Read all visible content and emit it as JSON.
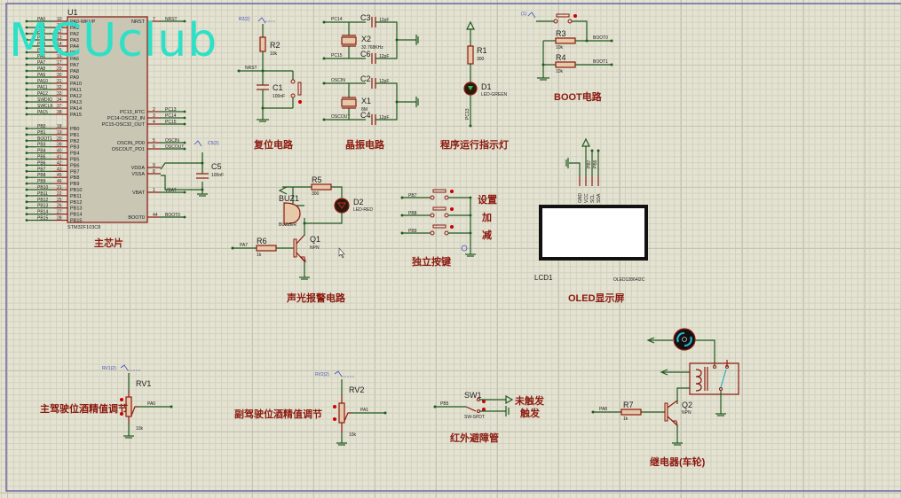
{
  "watermark": "MCUclub",
  "mcu": {
    "ref": "U1",
    "part": "STM32F103C8",
    "title": "主芯片",
    "left_pins": [
      {
        "net": "PA0",
        "num": "10",
        "name": "PA0-WKUP"
      },
      {
        "net": "PA1",
        "num": "11",
        "name": "PA1"
      },
      {
        "net": "PA2",
        "num": "12",
        "name": "PA2"
      },
      {
        "net": "PA3",
        "num": "13",
        "name": "PA3"
      },
      {
        "net": "PA4",
        "num": "14",
        "name": "PA4"
      },
      {
        "net": "PA5",
        "num": "15",
        "name": "PA5"
      },
      {
        "net": "PA6",
        "num": "16",
        "name": "PA6"
      },
      {
        "net": "PA7",
        "num": "17",
        "name": "PA7"
      },
      {
        "net": "PA8",
        "num": "29",
        "name": "PA8"
      },
      {
        "net": "PA9",
        "num": "30",
        "name": "PA9"
      },
      {
        "net": "PA10",
        "num": "31",
        "name": "PA10"
      },
      {
        "net": "PA11",
        "num": "32",
        "name": "PA11"
      },
      {
        "net": "PA12",
        "num": "33",
        "name": "PA12"
      },
      {
        "net": "SWDIO",
        "num": "34",
        "name": "PA13"
      },
      {
        "net": "SWCLK",
        "num": "37",
        "name": "PA14"
      },
      {
        "net": "PA15",
        "num": "38",
        "name": "PA15"
      },
      {
        "net": "PB0",
        "num": "18",
        "name": "PB0"
      },
      {
        "net": "PB1",
        "num": "19",
        "name": "PB1"
      },
      {
        "net": "BOOT1",
        "num": "20",
        "name": "PB2"
      },
      {
        "net": "PB3",
        "num": "39",
        "name": "PB3"
      },
      {
        "net": "PB4",
        "num": "40",
        "name": "PB4"
      },
      {
        "net": "PB5",
        "num": "41",
        "name": "PB5"
      },
      {
        "net": "PB6",
        "num": "42",
        "name": "PB6"
      },
      {
        "net": "PB7",
        "num": "43",
        "name": "PB7"
      },
      {
        "net": "PB8",
        "num": "45",
        "name": "PB8"
      },
      {
        "net": "PB9",
        "num": "46",
        "name": "PB9"
      },
      {
        "net": "PB10",
        "num": "21",
        "name": "PB10"
      },
      {
        "net": "PB11",
        "num": "22",
        "name": "PB11"
      },
      {
        "net": "PB12",
        "num": "25",
        "name": "PB12"
      },
      {
        "net": "PB13",
        "num": "26",
        "name": "PB13"
      },
      {
        "net": "PB14",
        "num": "27",
        "name": "PB14"
      },
      {
        "net": "PB15",
        "num": "28",
        "name": "PB15"
      }
    ],
    "right_pins": [
      {
        "net": "NRST",
        "num": "7",
        "name": "NRST"
      },
      {
        "net": "PC13",
        "num": "2",
        "name": "PC13_RTC"
      },
      {
        "net": "PC14",
        "num": "3",
        "name": "PC14-OSC32_IN"
      },
      {
        "net": "PC15",
        "num": "4",
        "name": "PC15-OSC32_OUT"
      },
      {
        "net": "OSCIN",
        "num": "5",
        "name": "OSCIN_PD0"
      },
      {
        "net": "OSCOUT",
        "num": "6",
        "name": "OSCOUT_PD1"
      },
      {
        "net": "",
        "num": "9",
        "name": "VDDA"
      },
      {
        "net": "",
        "num": "8",
        "name": "VSSA"
      },
      {
        "net": "VBAT",
        "num": "1",
        "name": "VBAT"
      },
      {
        "net": "BOOT0",
        "num": "44",
        "name": "BOOT0"
      }
    ],
    "c5": {
      "ref": "C5",
      "value": "100nF",
      "probe": "C5(2)"
    }
  },
  "reset": {
    "title": "复位电路",
    "probe": "R2(2)",
    "r_ref": "R2",
    "r_val": "10k",
    "net": "NRST",
    "c_ref": "C1",
    "c_val": "100nF"
  },
  "crystal": {
    "title": "晶振电路",
    "x2": {
      "ref": "X2",
      "value": "32.768KHz",
      "net_a": "PC14",
      "net_b": "PC15"
    },
    "x1": {
      "ref": "X1",
      "value": "8M",
      "net_a": "OSCIN",
      "net_b": "OSCOUT"
    },
    "caps": [
      {
        "ref": "C3",
        "value": "12pF"
      },
      {
        "ref": "C6",
        "value": "12pF"
      },
      {
        "ref": "C2",
        "value": "12pF"
      },
      {
        "ref": "C4",
        "value": "12pF"
      }
    ]
  },
  "runled": {
    "title": "程序运行指示灯",
    "r_ref": "R1",
    "r_val": "300",
    "d_ref": "D1",
    "d_val": "LED-GREEN",
    "net": "PC13"
  },
  "boot": {
    "title": "BOOT电路",
    "probe": "(1)",
    "r3_ref": "R3",
    "r3_val": "10k",
    "r4_ref": "R4",
    "r4_val": "10k",
    "net0": "BOOT0",
    "net1": "BOOT1"
  },
  "alarm": {
    "title": "声光报警电路",
    "buz_ref": "BUZ1",
    "buz_val": "BUZZER",
    "r5_ref": "R5",
    "r5_val": "300",
    "d2_ref": "D2",
    "d2_val": "LED-RED",
    "r6_ref": "R6",
    "r6_val": "1k",
    "net": "PA7",
    "q_ref": "Q1",
    "q_val": "NPN"
  },
  "keys": {
    "title": "独立按键",
    "items": [
      {
        "net": "PB7",
        "label": "设置"
      },
      {
        "net": "PB8",
        "label": "加"
      },
      {
        "net": "PB9",
        "label": "减"
      }
    ]
  },
  "oled": {
    "title": "OLED显示屏",
    "ref": "LCD1",
    "part": "OLED12864I2C",
    "pins": [
      "GND",
      "VCC",
      "SCL",
      "SDA"
    ],
    "nets": [
      "PB7",
      "PB6"
    ]
  },
  "rv1": {
    "probe": "RV1(2)",
    "ref": "RV1",
    "value": "10k",
    "net": "PA0",
    "title": "主驾驶位酒精值调节"
  },
  "rv2": {
    "probe": "RV2(2)",
    "ref": "RV2",
    "value": "10k",
    "net": "PA1",
    "title": "副驾驶位酒精值调节"
  },
  "ir": {
    "title": "红外避障管",
    "ref": "SW1",
    "part": "SW-SPDT",
    "net": "PB5",
    "state_a": "未触发",
    "state_b": "触发"
  },
  "relay": {
    "title": "继电器(车轮)",
    "r_ref": "R7",
    "r_val": "1k",
    "net": "PA8",
    "q_ref": "Q2",
    "q_val": "NPN"
  }
}
